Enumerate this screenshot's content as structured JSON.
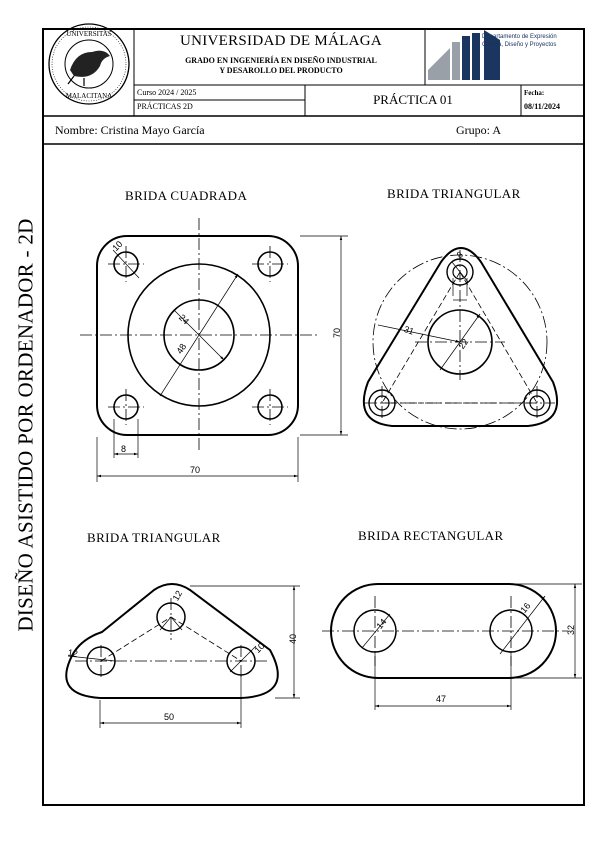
{
  "side_title": "DISEÑO ASISTIDO POR ORDENADOR - 2D",
  "header": {
    "university": "UNIVERSIDAD DE MÁLAGA",
    "degree_line1": "GRADO EN INGENIERÍA EN DISEÑO INDUSTRIAL",
    "degree_line2": "Y DESAROLLO DEL PRODUCTO",
    "course": "Curso 2024 / 2025",
    "subject": "PRÁCTICAS 2D",
    "practice": "PRÁCTICA 01",
    "date_label": "Fecha:",
    "date_value": "08/11/2024",
    "department": "Departamento de Expresión Gráfica, Diseño y Proyectos",
    "seal_text_top": "UNIVERSITAS",
    "seal_text_bottom": "MALACITANA"
  },
  "info": {
    "name": "Nombre: Cristina Mayo García",
    "group": "Grupo:  A"
  },
  "drawings": [
    {
      "title": "BRIDA CUADRADA",
      "dims": [
        "10",
        "24",
        "48",
        "70",
        "8",
        "70"
      ]
    },
    {
      "title": "BRIDA TRIANGULAR",
      "dims": [
        "8",
        "31",
        "22"
      ]
    },
    {
      "title": "BRIDA TRIANGULAR",
      "dims": [
        "12",
        "12",
        "10",
        "40",
        "50"
      ]
    },
    {
      "title": "BRIDA RECTANGULAR",
      "dims": [
        "14",
        "16",
        "32",
        "47"
      ]
    }
  ],
  "colors": {
    "logo_dark": "#1a3560",
    "logo_gray": "#9aa0a8",
    "ink": "#000000"
  }
}
